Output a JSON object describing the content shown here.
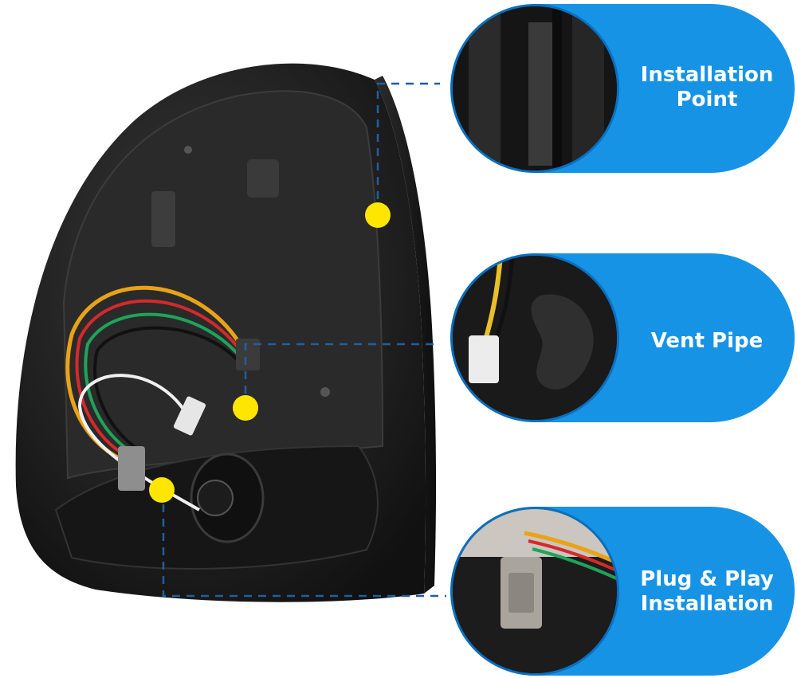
{
  "callouts": [
    {
      "label": "Installation\nPoint",
      "detail": "installation-point"
    },
    {
      "label": "Vent Pipe",
      "detail": "vent-pipe"
    },
    {
      "label": "Plug & Play\nInstallation",
      "detail": "plug-and-play"
    }
  ],
  "colors": {
    "accent": "#1793e6",
    "marker": "#ffe600",
    "leader": "#1f5fa0",
    "housing": "#1b1b1b"
  }
}
